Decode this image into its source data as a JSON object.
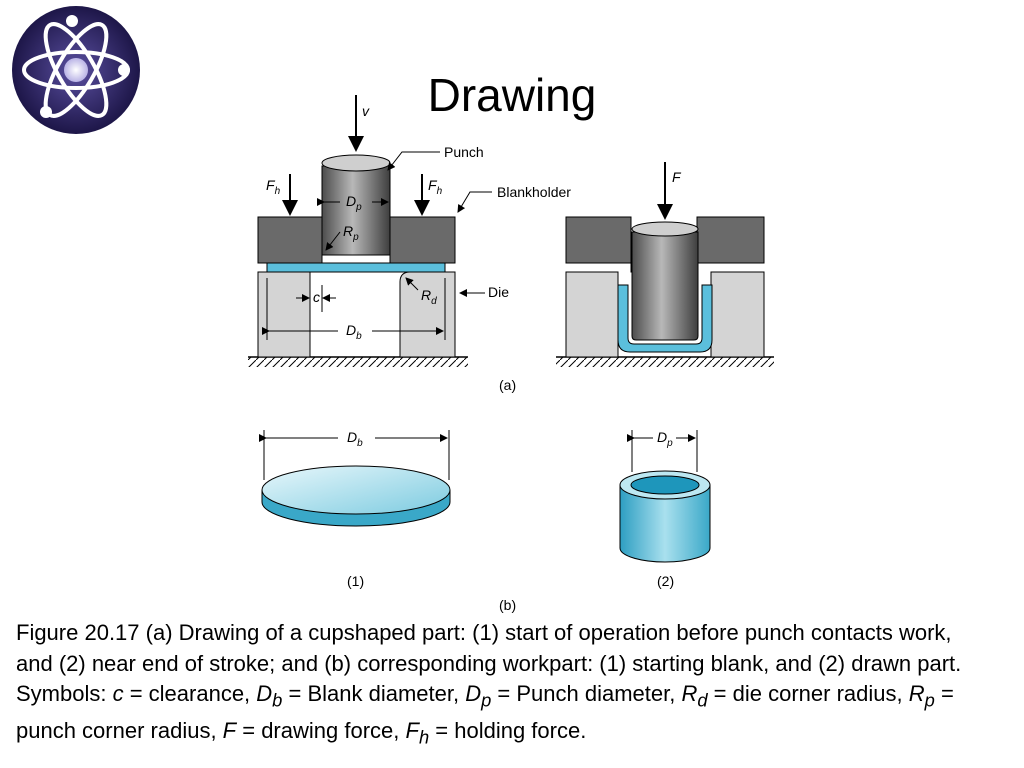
{
  "slide": {
    "title": "Drawing"
  },
  "logo": {
    "icon": "atom-icon",
    "bg_color": "#2a1f5c"
  },
  "figure": {
    "part_a": {
      "velocity_label": "v",
      "punch_label": "Punch",
      "holding_force_label": "F",
      "holding_force_sub": "h",
      "blankholder_label": "Blankholder",
      "punch_diameter_label": "D",
      "punch_diameter_sub": "p",
      "punch_radius_label": "R",
      "punch_radius_sub": "p",
      "clearance_label": "c",
      "die_radius_label": "R",
      "die_radius_sub": "d",
      "die_label": "Die",
      "blank_diameter_label": "D",
      "blank_diameter_sub": "b",
      "force_label": "F",
      "caption": "(a)"
    },
    "part_b": {
      "blank_diameter_label": "D",
      "blank_diameter_sub": "b",
      "punch_diameter_label": "D",
      "punch_diameter_sub": "p",
      "caption_1": "(1)",
      "caption_2": "(2)",
      "caption": "(b)"
    }
  },
  "caption": {
    "t1": "Figure 20.17 (a) Drawing of a cupshaped part: (1) start of operation before punch contacts work, and (2) near end of stroke; and (b) corresponding workpart: (1) starting blank, and (2) drawn part. Symbols: ",
    "c": "c",
    "t2": " = clearance, ",
    "db_main": "D",
    "db_sub": "b",
    "t3": " = Blank diameter, ",
    "dp_main": "D",
    "dp_sub": "p",
    "t4": " = Punch diameter, ",
    "rd_main": "R",
    "rd_sub": "d",
    "t5": " = die corner radius, ",
    "rp_main": "R",
    "rp_sub": "p",
    "t6": " = punch corner radius, ",
    "f": "F",
    "t7": " = drawing force, ",
    "fh_main": "F",
    "fh_sub": "h",
    "t8": " = holding force."
  }
}
